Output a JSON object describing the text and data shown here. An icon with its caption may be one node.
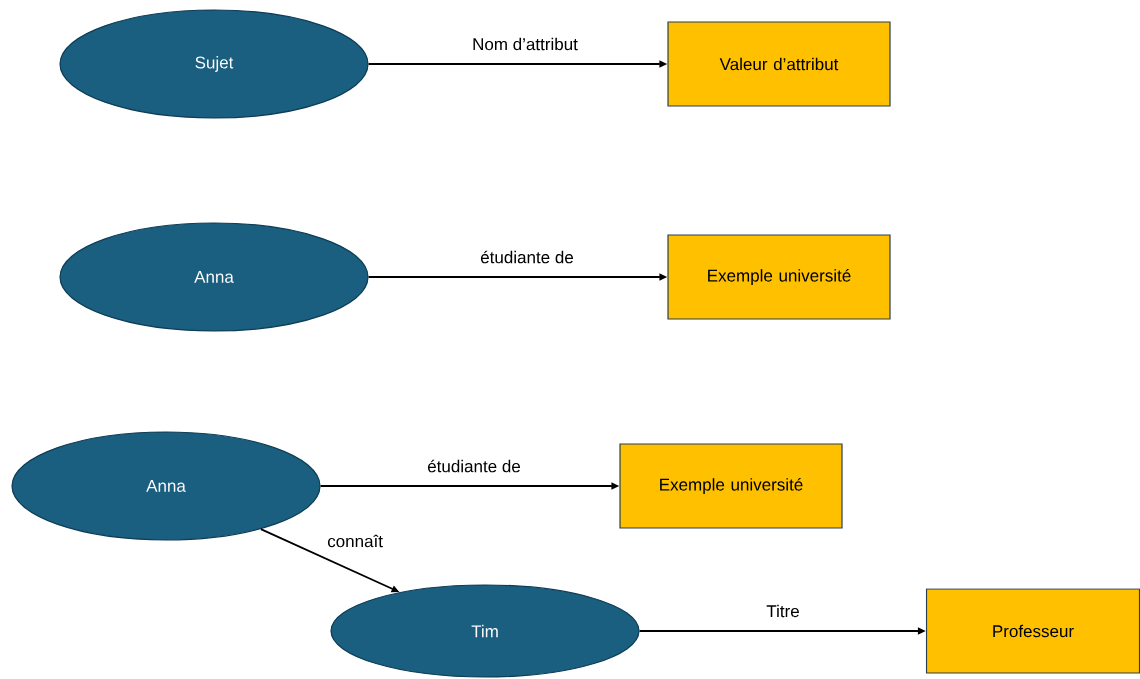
{
  "diagram": {
    "nodes": [
      {
        "text": [
          "Sujet"
        ]
      },
      {
        "text": [
          "Valeur d’attribut"
        ]
      },
      {
        "text": [
          "Anna"
        ]
      },
      {
        "text": [
          "Exemple université"
        ]
      },
      {
        "text": [
          "Anna"
        ]
      },
      {
        "text": [
          "Exemple université"
        ]
      },
      {
        "text": [
          "Tim"
        ]
      },
      {
        "text": [
          "Professeur"
        ]
      }
    ],
    "edges": [
      {
        "from": 0,
        "to": 1,
        "arrow": "to",
        "label": "Nom d’attribut"
      },
      {
        "from": 2,
        "to": 3,
        "arrow": "to",
        "label": "étudiante de"
      },
      {
        "from": 4,
        "to": 5,
        "arrow": "to",
        "label": "étudiante de"
      },
      {
        "from": 4,
        "to": 6,
        "arrow": "to",
        "label": "connaît"
      },
      {
        "from": 6,
        "to": 7,
        "arrow": "to",
        "label": "Titre"
      }
    ]
  }
}
